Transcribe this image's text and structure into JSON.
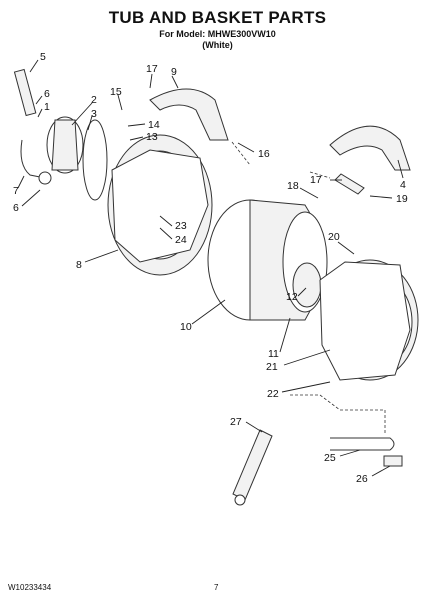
{
  "header": {
    "title": "TUB AND BASKET PARTS",
    "model_line": "For Model: MHWE300VW10",
    "color_line": "(White)"
  },
  "footer": {
    "doc_number": "W10233434",
    "page_number": "7"
  },
  "callouts": [
    "5",
    "6",
    "1",
    "2",
    "3",
    "7",
    "6",
    "8",
    "17",
    "9",
    "15",
    "14",
    "13",
    "16",
    "23",
    "24",
    "18",
    "17",
    "4",
    "19",
    "20",
    "12",
    "10",
    "11",
    "21",
    "22",
    "27",
    "25",
    "26"
  ]
}
